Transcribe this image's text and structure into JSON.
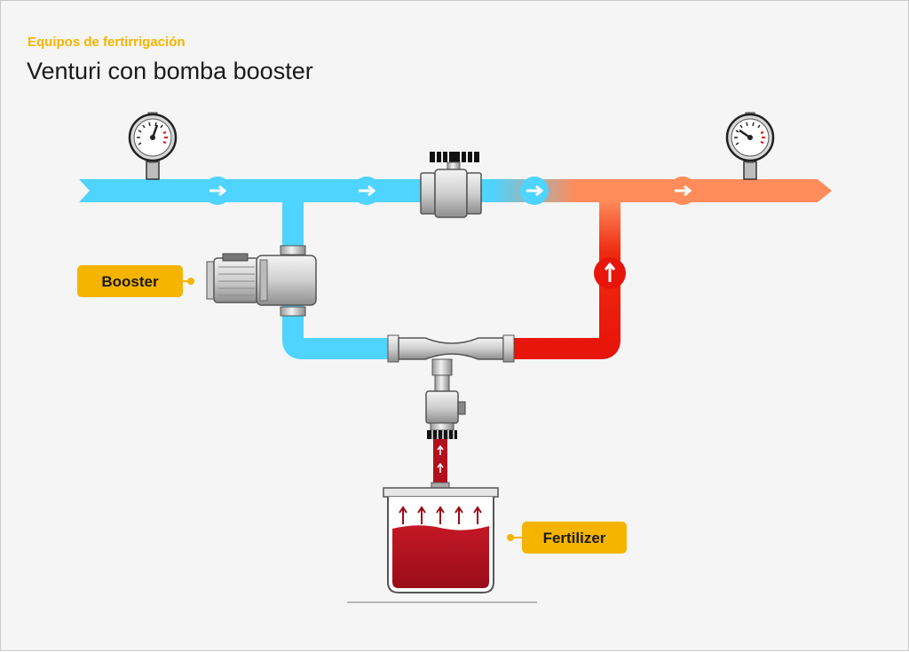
{
  "header": {
    "kicker": "Equipos de fertirrigación",
    "title": "Venturi con bomba booster"
  },
  "labels": {
    "booster": "Booster",
    "fertilizer": "Fertilizer"
  },
  "colors": {
    "background": "#f5f5f5",
    "accent": "#f5b400",
    "water": "#4fd3ff",
    "mixed": "#ff8c5a",
    "fertilizer_line": "#e8150a",
    "fertilizer_liquid": "#b3101e"
  },
  "icons": [
    "pressure-gauge-icon",
    "flow-arrow-icon",
    "ball-valve-icon",
    "booster-pump-icon",
    "venturi-injector-icon",
    "suction-valve-icon",
    "fertilizer-tank-icon"
  ]
}
